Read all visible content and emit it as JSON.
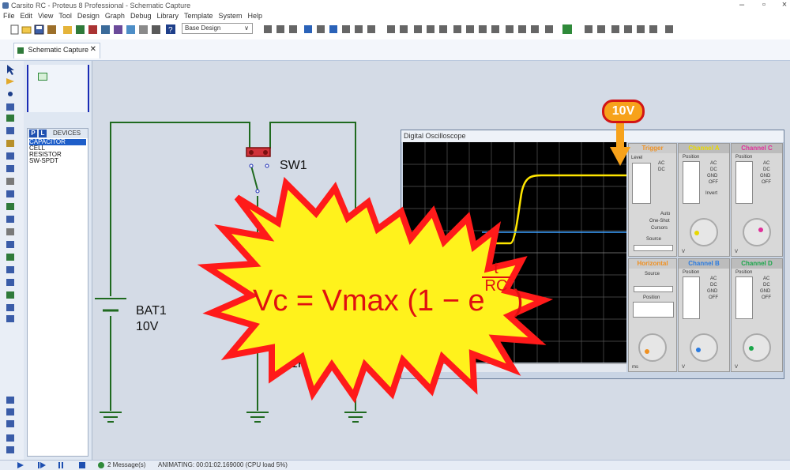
{
  "window": {
    "title": "Carsito RC - Proteus 8 Professional - Schematic Capture",
    "minimize": "–",
    "maximize": "▫",
    "close": "×"
  },
  "menu": [
    "File",
    "Edit",
    "View",
    "Tool",
    "Design",
    "Graph",
    "Debug",
    "Library",
    "Template",
    "System",
    "Help"
  ],
  "toolbar": {
    "design_select": "Base Design",
    "design_chevron": "∨"
  },
  "tabs": [
    {
      "label": "Schematic Capture",
      "close": "✕"
    }
  ],
  "devices_panel": {
    "p_button": "P",
    "l_button": "L",
    "title": "DEVICES",
    "items": [
      "CAPACITOR",
      "CELL",
      "RESISTOR",
      "SW-SPDT"
    ],
    "selected_index": 0
  },
  "circuit": {
    "switch_label": "SW1",
    "battery_label": "BAT1",
    "battery_value": "10V",
    "capacitor_value_fragment": "1F"
  },
  "annotation": {
    "callout": "10V",
    "formula_main": "Vc = Vmax (1 − e",
    "formula_sub_c": "c",
    "formula_exp_num": "t",
    "formula_exp_den": "RC",
    "formula_close": ")",
    "callout_fill": "#f7a21b",
    "burst_fill": "#fff21c",
    "burst_stroke": "#ff1a1a",
    "formula_color": "#e01010"
  },
  "oscilloscope": {
    "title": "Digital Oscilloscope",
    "trigger_head": "Trigger",
    "horizontal_head": "Horizontal",
    "channel_a": "Channel A",
    "channel_b": "Channel B",
    "channel_c": "Channel C",
    "channel_d": "Channel D",
    "level": "Level",
    "position": "Position",
    "source": "Source",
    "auto": "Auto",
    "one_shot": "One-Shot",
    "cursors": "Cursors",
    "ac": "AC",
    "dc": "DC",
    "gnd": "GND",
    "off": "OFF",
    "invert": "Invert",
    "knob_units": {
      "a": "V",
      "b": "V",
      "c": "V",
      "d": "V",
      "h": "ms"
    },
    "trace_color_a": "#ffe600",
    "trace_color_b": "#3aa0ff",
    "channel_a_color": "#e8d800",
    "channel_b_color": "#2a7be0",
    "channel_c_color": "#e0309a",
    "channel_d_color": "#1aa64a",
    "horizontal_color": "#f09020"
  },
  "status": {
    "messages": "2 Message(s)",
    "coords": "ANIMATING: 00:01:02.169000 (CPU load 5%)"
  }
}
